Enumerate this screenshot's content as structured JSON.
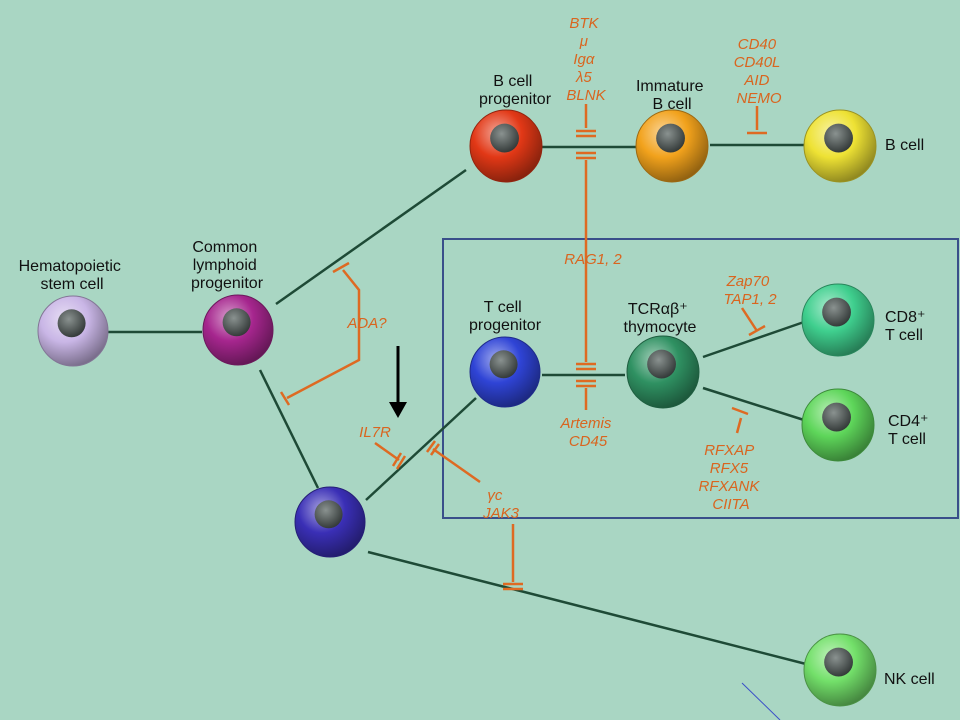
{
  "colors": {
    "background": "#a9d6c3",
    "pathway_line": "#1e4a36",
    "block": "#de6a22",
    "frame": "#3a4f8a",
    "arrow": "#000000"
  },
  "cells": {
    "hsc": {
      "label": [
        "Hematopoietic",
        "stem cell"
      ],
      "color": "#c9b6e6"
    },
    "clp": {
      "label": [
        "Common",
        "lymphoid",
        "progenitor"
      ],
      "color": "#a6268e"
    },
    "b_progenitor": {
      "label": [
        "B cell",
        "progenitor"
      ],
      "color": "#e23816"
    },
    "immature_b": {
      "label": [
        "Immature",
        "B cell"
      ],
      "color": "#f2a21c"
    },
    "b_cell": {
      "label": [
        "B cell"
      ],
      "color": "#eee234"
    },
    "t_progenitor": {
      "label": [
        "T cell",
        "progenitor"
      ],
      "color": "#2f44d6"
    },
    "thymocyte": {
      "label": [
        "TCRαβ⁺",
        "thymocyte"
      ],
      "color": "#2f9162"
    },
    "cd8": {
      "label": [
        "CD8⁺",
        "T cell"
      ],
      "color": "#3fcf8e"
    },
    "cd4": {
      "label": [
        "CD4⁺",
        "T cell"
      ],
      "color": "#5ed65a"
    },
    "nk_precursor": {
      "label": [],
      "color": "#3a2fb6"
    },
    "nk_cell": {
      "label": [
        "NK cell"
      ],
      "color": "#73e06a"
    }
  },
  "blocks": {
    "b_early": [
      "BTK",
      "μ",
      "Igα",
      "λ5",
      "BLNK"
    ],
    "b_late": [
      "CD40",
      "CD40L",
      "AID",
      "NEMO"
    ],
    "rag": [
      "RAG1, 2"
    ],
    "artemis": [
      "Artemis",
      "CD45"
    ],
    "zap": [
      "Zap70",
      "TAP1, 2"
    ],
    "rfx": [
      "RFXAP",
      "RFX5",
      "RFXANK",
      "CIITA"
    ],
    "ada": [
      "ADA?"
    ],
    "il7r": [
      "IL7R"
    ],
    "gamma_c": [
      "γc",
      "JAK3"
    ]
  }
}
